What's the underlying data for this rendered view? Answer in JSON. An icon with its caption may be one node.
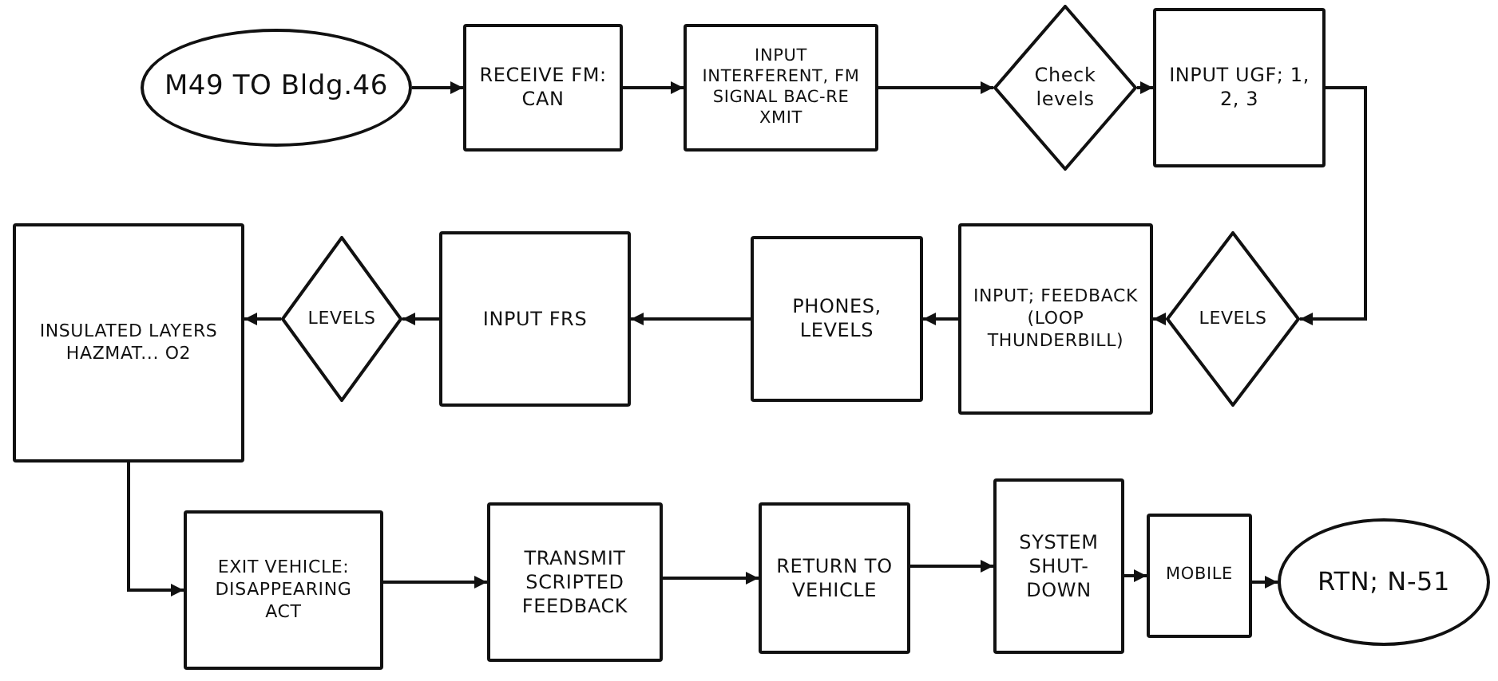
{
  "diagram": {
    "nodes": [
      {
        "text": [
          "M49 TO Bldg.46"
        ]
      },
      {
        "text": [
          "RECEIVE FM: CAN"
        ]
      },
      {
        "text": [
          "INPUT INTERFERENT, FM SIGNAL BAC-RE XMIT"
        ]
      },
      {
        "text": [
          "Check levels"
        ]
      },
      {
        "text": [
          "INPUT UGF; 1, 2, 3"
        ]
      },
      {
        "text": [
          "LEVELS"
        ]
      },
      {
        "text": [
          "INPUT; FEEDBACK (LOOP THUNDERBILL)"
        ]
      },
      {
        "text": [
          "PHONES, LEVELS"
        ]
      },
      {
        "text": [
          "INPUT FRS"
        ]
      },
      {
        "text": [
          "LEVELS"
        ]
      },
      {
        "text": [
          "INSULATED LAYERS HAZMAT... O2"
        ]
      },
      {
        "text": [
          "EXIT VEHICLE: DISAPPEARING ACT"
        ]
      },
      {
        "text": [
          "TRANSMIT SCRIPTED FEEDBACK"
        ]
      },
      {
        "text": [
          "RETURN TO VEHICLE"
        ]
      },
      {
        "text": [
          "SYSTEM SHUT-DOWN"
        ]
      },
      {
        "text": [
          "MOBILE"
        ]
      },
      {
        "text": [
          "RTN; N-51"
        ]
      }
    ],
    "edges": [
      {
        "from": 0,
        "to": 1,
        "arrow": "to"
      },
      {
        "from": 1,
        "to": 2,
        "arrow": "to"
      },
      {
        "from": 2,
        "to": 3,
        "arrow": "to"
      },
      {
        "from": 3,
        "to": 4,
        "arrow": "to"
      },
      {
        "from": 4,
        "to": 5,
        "arrow": "to"
      },
      {
        "from": 5,
        "to": 6,
        "arrow": "to"
      },
      {
        "from": 6,
        "to": 7,
        "arrow": "to"
      },
      {
        "from": 7,
        "to": 8,
        "arrow": "to"
      },
      {
        "from": 8,
        "to": 9,
        "arrow": "to"
      },
      {
        "from": 9,
        "to": 10,
        "arrow": "to"
      },
      {
        "from": 10,
        "to": 11,
        "arrow": "to"
      },
      {
        "from": 11,
        "to": 12,
        "arrow": "to"
      },
      {
        "from": 12,
        "to": 13,
        "arrow": "to"
      },
      {
        "from": 13,
        "to": 14,
        "arrow": "to"
      },
      {
        "from": 14,
        "to": 15,
        "arrow": "to"
      },
      {
        "from": 15,
        "to": 16,
        "arrow": "to"
      }
    ]
  }
}
